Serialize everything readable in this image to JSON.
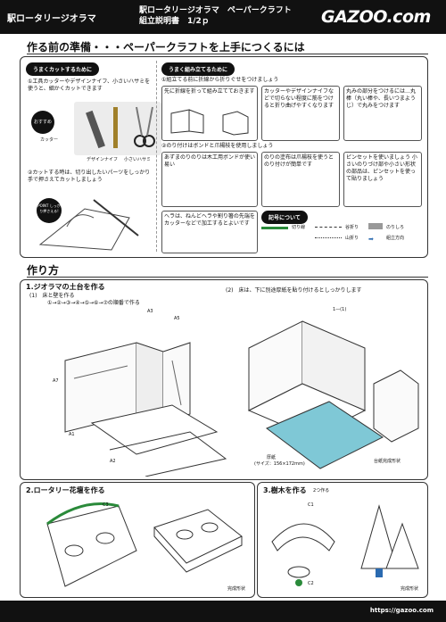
{
  "header": {
    "left_title": "駅ロータリージオラマ",
    "mid_title": "駅ロータリージオラマ　ペーパークラフト",
    "mid_sub": "組立説明書　1/2ｐ",
    "logo": "GAZOO.com"
  },
  "prep": {
    "title": "作る前の準備・・・ペーパークラフトを上手につくるには",
    "cut_pill": "うまくカットするために",
    "cut_step1": "①工具カッターやデザインナイフ、小さいハサミを使うと、細かくカットできます",
    "recommend": "おすすめ",
    "tool_cutter": "カッター",
    "tool_design": "デザインナイフ",
    "tool_scissors": "小さいハサミ",
    "cut_step2": "②カットする時は、切り出したいパーツをしっかり手で押さえてカットしましょう",
    "point": "POINT しっかり押さえる!",
    "assemble_pill": "うまく組み立てるために",
    "asm_step1": "①組立てる前に折線から折りぐせをつけましょう",
    "asm_a": "先に折線を折って組み立てておきます",
    "asm_b": "カッターやデザインナイフなどで切らない程度に筋をつけると折り曲げやすくなります",
    "asm_c": "丸みの部分をつけるには…丸棒（丸い棒や、長いつまようじ）で丸みをつけます",
    "asm_step2": "②のり付けはボンドと爪楊枝を使用しましょう",
    "asm_d": "あずまのりのりは木工用ボンドが使い易い",
    "asm_e": "のりの塗布は爪楊枝を使うとのり付けが簡単です",
    "asm_f": "ピンセットを使いましょう 小さいのりづけ部や小さい形状の部品は、ピンセットを使って貼りましょう",
    "asm_g": "ヘラは、ねんどヘラや割り箸の先端をカッターなどで加工するとよいです",
    "fold_pill": "記号について",
    "fold_cut": "切り線",
    "fold_valley": "谷折り",
    "fold_mountain": "山折り",
    "fold_glue": "のりしろ",
    "fold_dir": "組立方向"
  },
  "howto": {
    "title": "作り方",
    "s1": "1.ジオラマの土台を作る",
    "s1a": "(1)　床と壁を作る",
    "s1a_order": "①→②→③→④→⑤→⑥→⑦の順番で作る",
    "s1b": "(2)　床は、下に別途厚紙を貼り付けるとしっかりします",
    "label_a7": "A7",
    "label_a3": "A3",
    "label_a5": "A5",
    "label_a1": "A1",
    "label_a2": "A2",
    "label_11": "1—(1)",
    "board": "厚紙",
    "board_size": "(サイズ：156×172mm)",
    "base_done": "台紙完成形状",
    "s2": "2.ロータリー花壇を作る",
    "label_c3": "C3",
    "s2_done": "完成形状",
    "s3": "3.樹木を作る",
    "s3_count": "2つ作る",
    "label_c1": "C1",
    "label_c2": "C2",
    "s3_done": "完成形状"
  },
  "footer": {
    "url": "https://gazoo.com"
  }
}
